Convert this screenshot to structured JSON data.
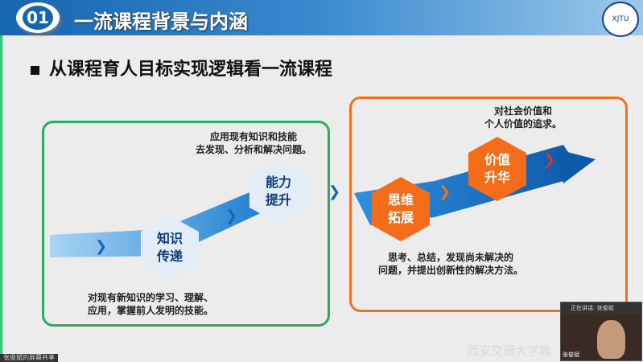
{
  "header": {
    "number": "01",
    "title": "一流课程背景与内涵",
    "logo": "西安交通大学"
  },
  "subtitle": "从课程育人目标实现逻辑看一流课程",
  "stages": [
    {
      "label": "知识传递",
      "line1": "知识",
      "line2": "传递",
      "desc1": "对现有新知识的学习、理解、",
      "desc2": "应用，掌握前人发明的技能。"
    },
    {
      "label": "能力提升",
      "line1": "能力",
      "line2": "提升",
      "desc1": "应用现有知识和技能",
      "desc2": "去发现、分析和解决问题。"
    },
    {
      "label": "思维拓展",
      "line1": "思维",
      "line2": "拓展",
      "desc1": "思考、总结，发现尚未解决的",
      "desc2": "问题，并提出创新性的解决方法。"
    },
    {
      "label": "价值升华",
      "line1": "价值",
      "line2": "升华",
      "desc1": "对社会价值和",
      "desc2": "个人价值的追求。"
    }
  ],
  "meeting": {
    "speaking": "正在讲话: 张俊斌",
    "participant": "张俊斌",
    "share": "张俊斌的屏幕共享",
    "watermark": "西安交通大学教"
  },
  "colors": {
    "blue": "#1565b0",
    "green": "#27ae60",
    "orange": "#f07020"
  }
}
